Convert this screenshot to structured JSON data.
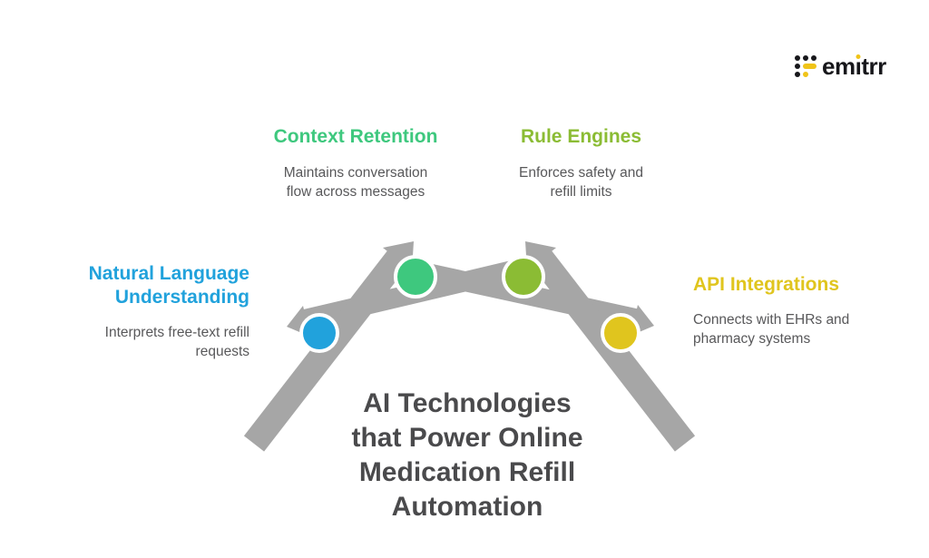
{
  "brand": {
    "name": "emitrr",
    "wordmark": {
      "prefix": "em",
      "i_letter": "ı",
      "suffix": "trr"
    },
    "text_color": "#17171b",
    "accent_yellow": "#f0c419"
  },
  "graphic": {
    "arrow_color": "#a6a6a6",
    "node_border_color": "#ffffff"
  },
  "center_title": {
    "color": "#4a4a4c",
    "lines": [
      "AI Technologies",
      "that Power Online",
      "Medication Refill",
      "Automation"
    ]
  },
  "body_text_color": "#58585a",
  "items": [
    {
      "title": "Natural Language Understanding",
      "description": "Interprets free-text refill requests",
      "color": "#21a2dc"
    },
    {
      "title": "Context Retention",
      "description": "Maintains conversation flow across messages",
      "color": "#3ec87e"
    },
    {
      "title": "Rule Engines",
      "description": "Enforces safety and refill limits",
      "color": "#8bbc34"
    },
    {
      "title": "API Integrations",
      "description": "Connects with EHRs and pharmacy systems",
      "color": "#e0c51e"
    }
  ]
}
